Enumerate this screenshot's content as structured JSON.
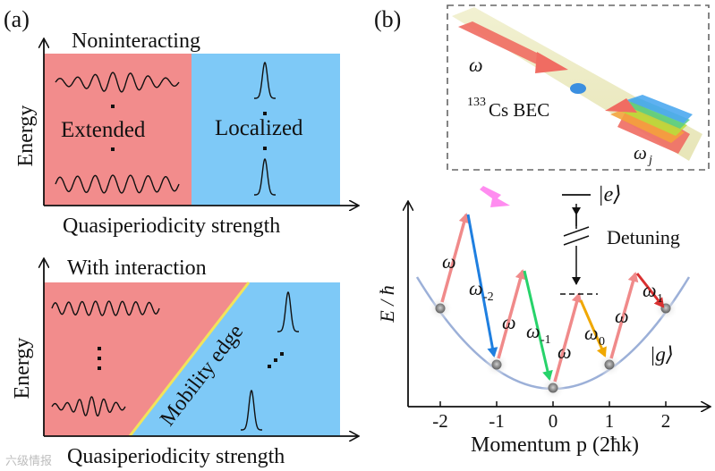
{
  "panel_a": {
    "label": "(a)",
    "top": {
      "title": "Noninteracting",
      "ylabel": "Energy",
      "xlabel": "Quasiperiodicity strength",
      "left_region": "Extended",
      "right_region": "Localized"
    },
    "bottom": {
      "title": "With interaction",
      "ylabel": "Energy",
      "xlabel": "Quasiperiodicity strength",
      "edge_label": "Mobility edge"
    },
    "colors": {
      "extended": "#f28c8c",
      "localized": "#7ec9f7",
      "edge": "#f2e35a"
    }
  },
  "panel_b": {
    "label": "(b)",
    "inset": {
      "species": "Cs BEC",
      "isotope": "133",
      "beam1": "ω",
      "beam2": "ω",
      "beam2_sub": "j"
    },
    "diagram": {
      "ylabel": "E / ħ",
      "xlabel": "Momentum p (2ħk)",
      "x_ticks": [
        "-2",
        "-1",
        "0",
        "1",
        "2"
      ],
      "excited_state": "|e⟩",
      "ground_state": "|g⟩",
      "detuning": "Detuning",
      "up_arrow_label": "ω",
      "down_labels": [
        {
          "base": "ω",
          "sub": "-2"
        },
        {
          "base": "ω",
          "sub": "-1"
        },
        {
          "base": "ω",
          "sub": "0"
        },
        {
          "base": "ω",
          "sub": "1"
        }
      ]
    }
  },
  "watermark": "六级情报"
}
